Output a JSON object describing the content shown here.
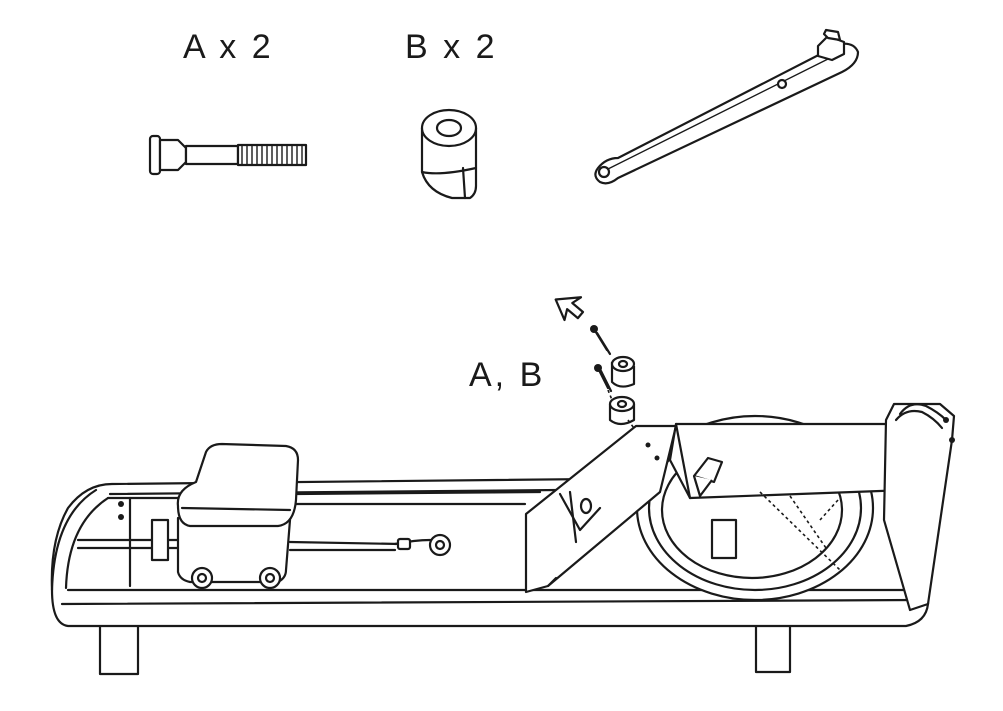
{
  "parts": {
    "part_a_label": "A x 2",
    "part_b_label": "B x 2",
    "assembly_label": "A, B"
  }
}
